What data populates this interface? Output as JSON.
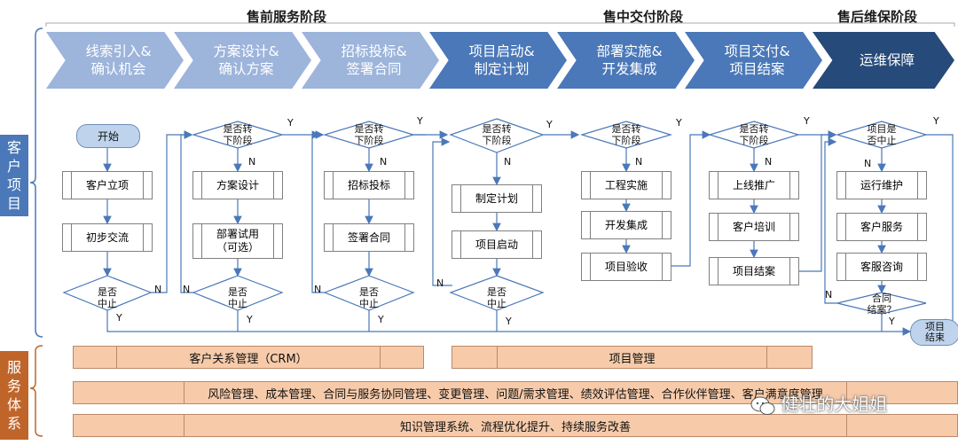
{
  "stages": {
    "presale": "售前服务阶段",
    "insale": "售中交付阶段",
    "aftersale": "售后维保阶段"
  },
  "chevrons": [
    {
      "label": "线索引入&\n确认机会",
      "color": "#9db4db"
    },
    {
      "label": "方案设计&\n确认方案",
      "color": "#9db4db"
    },
    {
      "label": "招标投标&\n签署合同",
      "color": "#9db4db"
    },
    {
      "label": "项目启动&\n制定计划",
      "color": "#4a78b8"
    },
    {
      "label": "部署实施&\n开发集成",
      "color": "#4a78b8"
    },
    {
      "label": "项目交付&\n项目结案",
      "color": "#4a78b8"
    },
    {
      "label": "运维保障",
      "color": "#264a7a"
    }
  ],
  "side": {
    "customer_project": "客\n户\n项\n目",
    "service_system": "服\n务\n体\n系"
  },
  "flow": {
    "start": "开始",
    "end": "项目\n结束",
    "boxes": [
      "客户立项",
      "初步交流",
      "方案设计",
      "部署试用\n（可选）",
      "招标投标",
      "签署合同",
      "制定计划",
      "项目启动",
      "工程实施",
      "开发集成",
      "项目验收",
      "上线推广",
      "客户培训",
      "项目结案",
      "运行维护",
      "客户服务",
      "客服咨询"
    ],
    "decisions": {
      "next_phase": "是否转\n下阶段",
      "stop": "是否\n中止",
      "project_stop": "项目是\n否中止",
      "contract_close": "合同\n结案？"
    },
    "yes": "Y",
    "no": "N"
  },
  "service": {
    "crm": "客户关系管理（CRM）",
    "pm": "项目管理",
    "mgmt": "风险管理、成本管理、合同与服务协同管理、变更管理、问题/需求管理、绩效评估管理、合作伙伴管理、客户满意度管理",
    "km": "知识管理系统、流程优化提升、持续服务改善"
  },
  "watermark": "健壮的大姐姐",
  "colors": {
    "light_blue": "#9db4db",
    "mid_blue": "#4a78b8",
    "dark_blue": "#264a7a",
    "side_customer": "#4a78b8",
    "side_service": "#c0652a",
    "bar_fill": "#f7cbaa"
  },
  "icons": {
    "watermark_icon": "wechat-icon"
  }
}
